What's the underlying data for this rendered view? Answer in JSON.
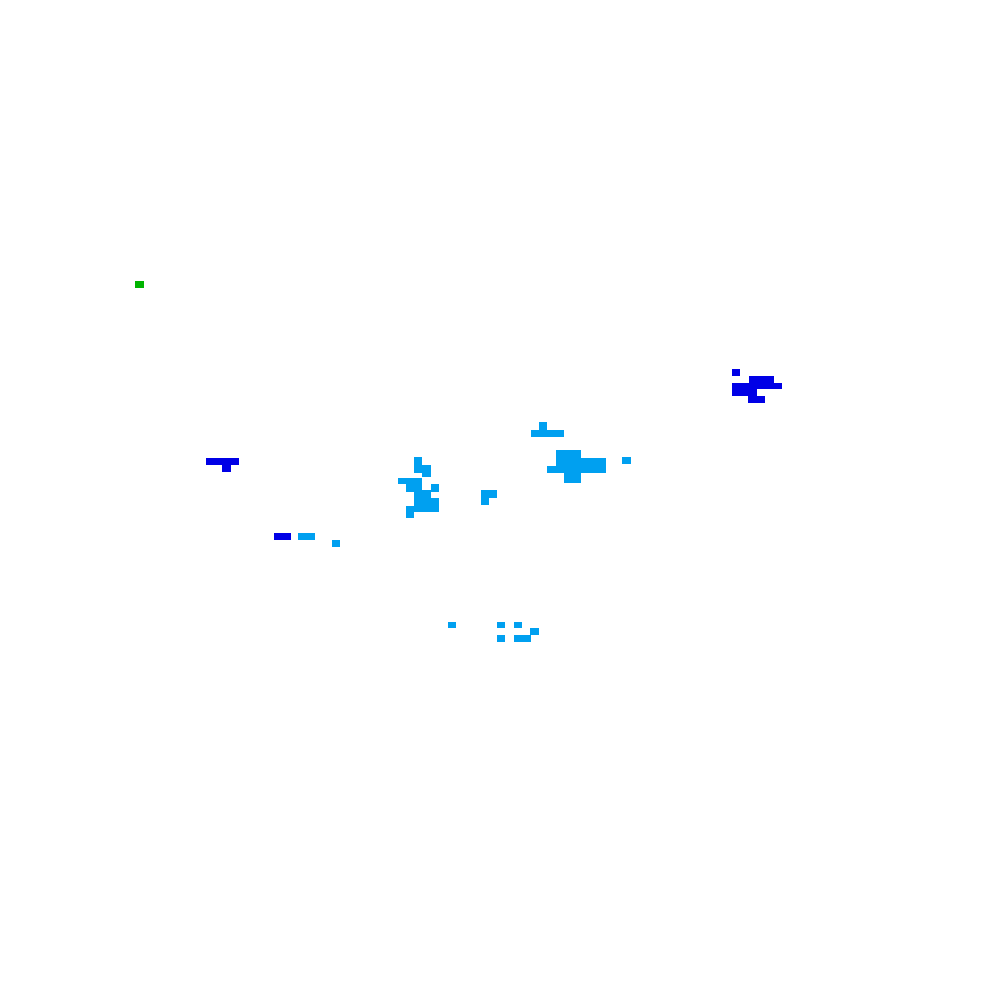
{
  "map": {
    "background": "#ffffff",
    "palette": {
      "green": "#00b400",
      "light_blue": "#00a0f0",
      "dark_blue": "#0000e6"
    },
    "clusters": [
      {
        "id": "green-isolated",
        "color": "green"
      },
      {
        "id": "dark-blue-west",
        "color": "dark_blue"
      },
      {
        "id": "dark-blue-southwest",
        "color": "dark_blue"
      },
      {
        "id": "light-blue-southwest",
        "color": "light_blue"
      },
      {
        "id": "light-blue-center",
        "color": "light_blue"
      },
      {
        "id": "light-blue-center-east",
        "color": "light_blue"
      },
      {
        "id": "light-blue-south",
        "color": "light_blue"
      },
      {
        "id": "dark-blue-east",
        "color": "dark_blue"
      }
    ]
  }
}
